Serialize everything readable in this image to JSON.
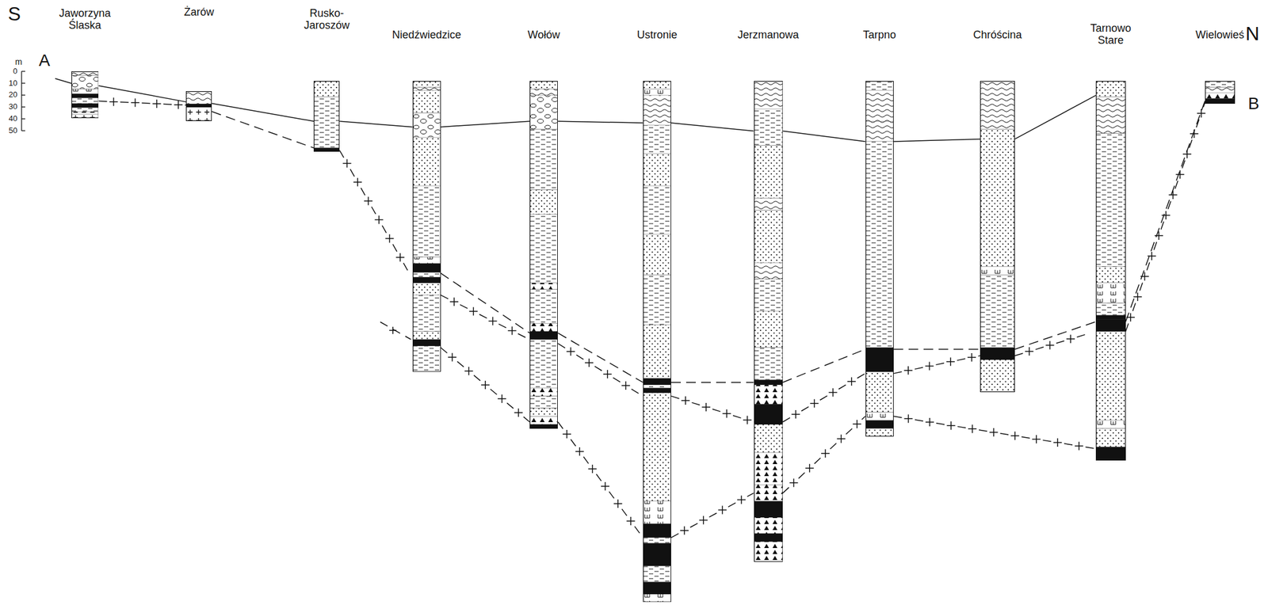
{
  "diagram": {
    "nodes": [
      {
        "text": [
          "Jaworzyna Ślaska"
        ]
      },
      {
        "text": [
          "Żarów"
        ]
      },
      {
        "text": [
          "Rusko- Jaroszów"
        ]
      },
      {
        "text": [
          "Niedźwiedzice"
        ]
      },
      {
        "text": [
          "Wołów"
        ]
      },
      {
        "text": [
          "Ustronie"
        ]
      },
      {
        "text": [
          "Jerzmanowa"
        ]
      },
      {
        "text": [
          "Tarpno"
        ]
      },
      {
        "text": [
          "Chróścina"
        ]
      },
      {
        "text": [
          "Tarnowo Stare"
        ]
      },
      {
        "text": [
          "Wielowieś"
        ]
      }
    ],
    "edges": [
      {
        "from": 0,
        "to": 1,
        "arrow": "none"
      },
      {
        "from": 1,
        "to": 2,
        "arrow": "none"
      },
      {
        "from": 2,
        "to": 3,
        "arrow": "none"
      },
      {
        "from": 3,
        "to": 4,
        "arrow": "none"
      },
      {
        "from": 4,
        "to": 5,
        "arrow": "none"
      },
      {
        "from": 5,
        "to": 6,
        "arrow": "none"
      },
      {
        "from": 6,
        "to": 7,
        "arrow": "none"
      },
      {
        "from": 7,
        "to": 8,
        "arrow": "none"
      },
      {
        "from": 8,
        "to": 9,
        "arrow": "none"
      },
      {
        "from": 1,
        "to": 2,
        "arrow": "none"
      },
      {
        "from": 3,
        "to": 4,
        "arrow": "none"
      },
      {
        "from": 4,
        "to": 5,
        "arrow": "none"
      },
      {
        "from": 5,
        "to": 6,
        "arrow": "none"
      },
      {
        "from": 6,
        "to": 7,
        "arrow": "none"
      },
      {
        "from": 7,
        "to": 8,
        "arrow": "none"
      },
      {
        "from": 8,
        "to": 9,
        "arrow": "none"
      },
      {
        "from": 9,
        "to": 10,
        "arrow": "none"
      },
      {
        "from": 0,
        "to": 1,
        "arrow": "none"
      },
      {
        "from": 2,
        "to": 3,
        "arrow": "none"
      },
      {
        "from": 3,
        "to": 4,
        "arrow": "none"
      },
      {
        "from": 4,
        "to": 5,
        "arrow": "none"
      },
      {
        "from": 5,
        "to": 6,
        "arrow": "none"
      },
      {
        "from": 6,
        "to": 7,
        "arrow": "none"
      },
      {
        "from": 7,
        "to": 8,
        "arrow": "none"
      },
      {
        "from": 8,
        "to": 9,
        "arrow": "none"
      },
      {
        "from": 9,
        "to": 10,
        "arrow": "none"
      },
      {
        "from": 3,
        "to": 4,
        "arrow": "none"
      },
      {
        "from": 4,
        "to": 5,
        "arrow": "none"
      },
      {
        "from": 5,
        "to": 6,
        "arrow": "none"
      },
      {
        "from": 6,
        "to": 7,
        "arrow": "none"
      },
      {
        "from": 7,
        "to": 9,
        "arrow": "none"
      }
    ],
    "labels": [
      "S",
      "N",
      "A",
      "B",
      "m",
      "0",
      "10",
      "20",
      "30",
      "40",
      "50"
    ]
  }
}
